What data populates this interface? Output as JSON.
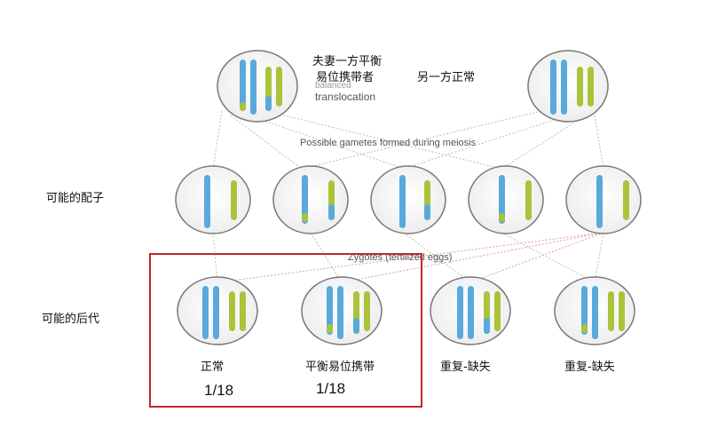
{
  "labels": {
    "carrier_title_line1": "夫妻一方平衡",
    "carrier_title_line2": "易位携带者",
    "carrier_english_line1": "balanced",
    "carrier_english_line2": "translocation",
    "other_parent": "另一方正常",
    "gametes_english": "Possible gametes formed during meiosis",
    "possible_gametes": "可能的配子",
    "zygotes_english": "Zygotes (fertilized eggs)",
    "possible_offspring": "可能的后代"
  },
  "offspring": [
    {
      "type": "正常",
      "probability": "1/18"
    },
    {
      "type": "平衡易位携带",
      "probability": "1/18"
    },
    {
      "type": "重复-缺失",
      "probability": ""
    },
    {
      "type": "重复-缺失",
      "probability": ""
    }
  ],
  "colors": {
    "blue_chromosome": "#5aa9dc",
    "green_chromosome": "#a9c43a",
    "cell_border": "#777777",
    "highlight_box": "#c0282d",
    "connector_gray": "#bbbbbb",
    "connector_red": "#e39a9a"
  }
}
